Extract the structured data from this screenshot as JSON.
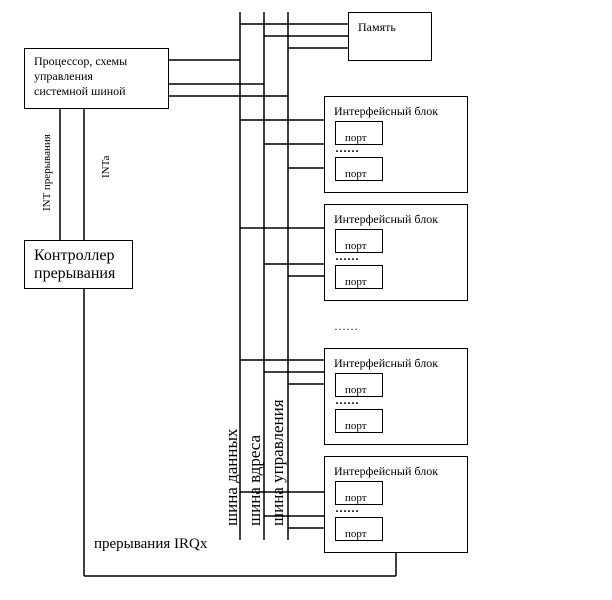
{
  "memory": {
    "label": "Память"
  },
  "cpu": {
    "label": "Процессор,  схемы\nуправления\nсистемной шиной"
  },
  "controller": {
    "label": "Контроллер\nпрерывания"
  },
  "signals": {
    "int": "INT прерывания",
    "inta": "INTa"
  },
  "interface_blocks": [
    {
      "title": "Интерфейсный блок",
      "ports": [
        "порт",
        "порт"
      ],
      "dots": "……"
    },
    {
      "title": "Интерфейсный блок",
      "ports": [
        "порт",
        "порт"
      ],
      "dots": "……"
    },
    {
      "title": "Интерфейсный блок",
      "ports": [
        "порт",
        "порт"
      ],
      "dots": "……"
    },
    {
      "title": "Интерфейсный блок",
      "ports": [
        "порт",
        "порт"
      ],
      "dots": "……"
    }
  ],
  "gap_dots": "……",
  "buses": {
    "data": "шина данных",
    "address": "шина вдреса",
    "control": "шина управления"
  },
  "irq": {
    "label": "прерывания IRQx"
  }
}
